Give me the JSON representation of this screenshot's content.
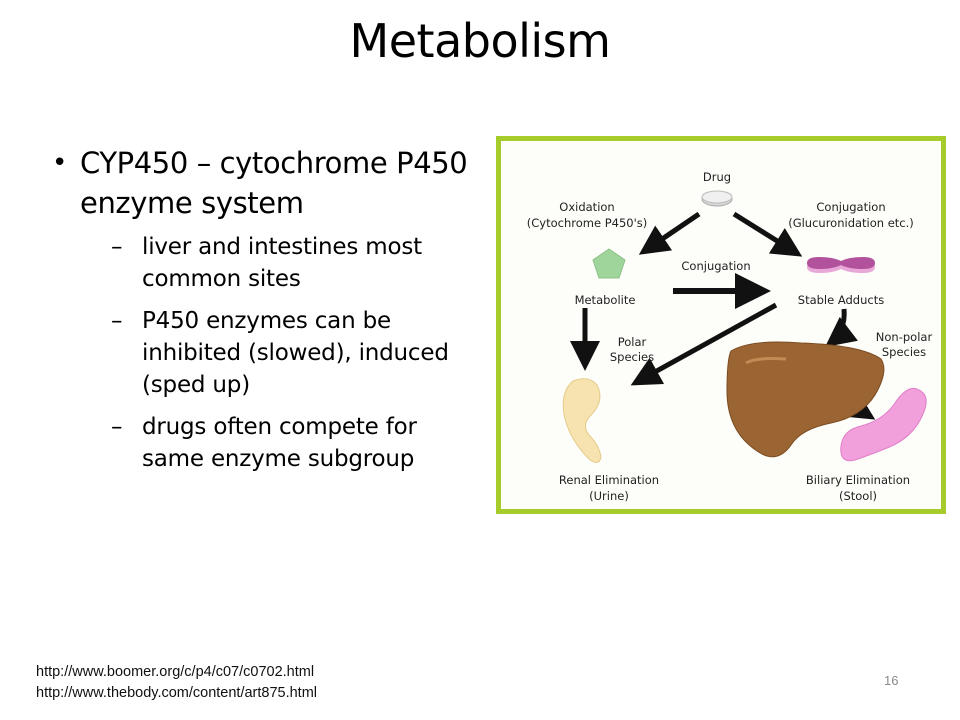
{
  "slide": {
    "title": "Metabolism",
    "page_number": "16"
  },
  "bullets": {
    "main": "CYP450 – cytochrome P450 enzyme system",
    "bullet_glyph": "•",
    "dash_glyph": "–",
    "sub": [
      "liver and intestines most common sites",
      "P450 enzymes can be inhibited (slowed), induced (sped up)",
      "drugs often compete for same enzyme subgroup"
    ]
  },
  "diagram": {
    "border_color": "#a6cc2c",
    "nodes": {
      "drug": "Drug",
      "oxidation_line1": "Oxidation",
      "oxidation_line2": "(Cytochrome P450's)",
      "conjugation_top_line1": "Conjugation",
      "conjugation_top_line2": "(Glucuronidation etc.)",
      "conjugation_mid": "Conjugation",
      "metabolite": "Metabolite",
      "stable_adducts": "Stable Adducts",
      "polar_line1": "Polar",
      "polar_line2": "Species",
      "nonpolar_line1": "Non-polar",
      "nonpolar_line2": "Species",
      "renal_line1": "Renal Elimination",
      "renal_line2": "(Urine)",
      "biliary_line1": "Biliary Elimination",
      "biliary_line2": "(Stool)"
    },
    "icons": [
      "pill-icon",
      "pentagon-metabolite-icon",
      "adduct-icon",
      "kidney-icon",
      "liver-icon",
      "intestine-icon"
    ]
  },
  "references": [
    "http://www.boomer.org/c/p4/c07/c0702.html",
    "http://www.thebody.com/content/art875.html"
  ]
}
